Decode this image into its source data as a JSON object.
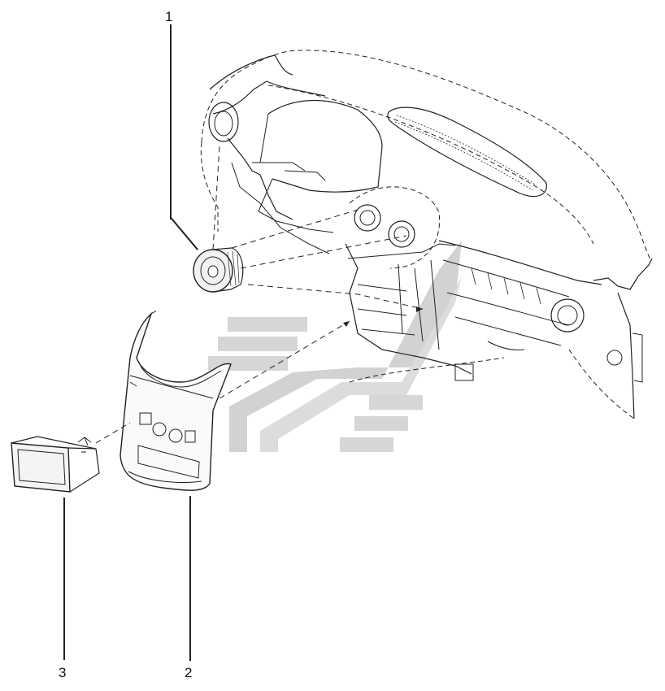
{
  "callouts": [
    {
      "number": "1",
      "part": "air-vent-nozzle"
    },
    {
      "number": "2",
      "part": "center-console-trim-panel"
    },
    {
      "number": "3",
      "part": "storage-tray"
    }
  ],
  "colors": {
    "line": "#222222",
    "watermark": "#c8c8c8",
    "watermark_light": "#d8d8d8",
    "background": "#ffffff"
  }
}
